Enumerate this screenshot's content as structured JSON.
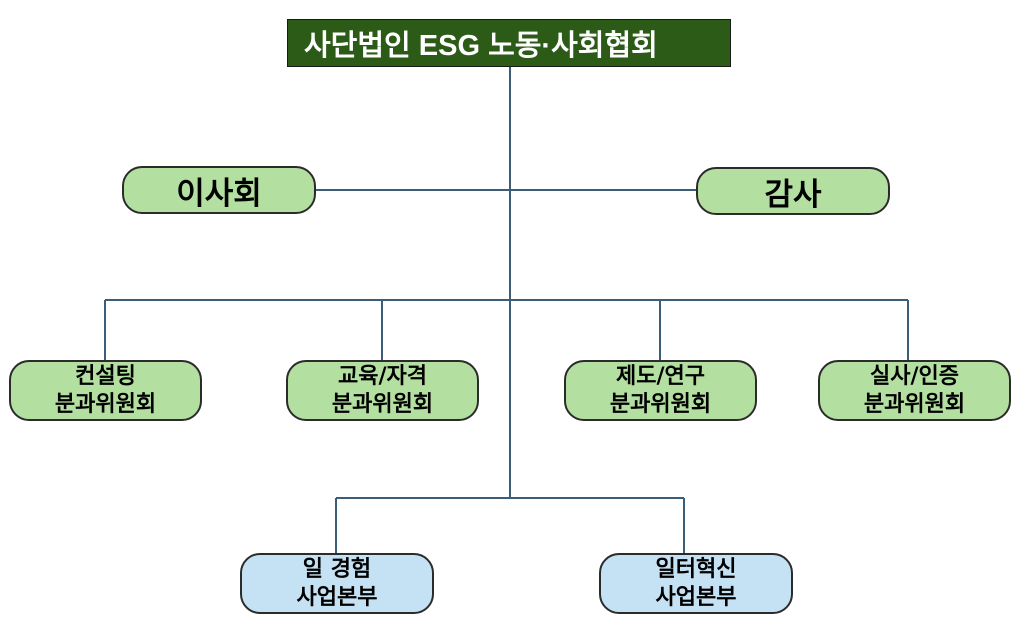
{
  "title": "사단법인 ESG 노동·사회협회",
  "board": "이사회",
  "audit": "감사",
  "committees": [
    {
      "line1": "컨설팅",
      "line2": "분과위원회"
    },
    {
      "line1": "교육/자격",
      "line2": "분과위원회"
    },
    {
      "line1": "제도/연구",
      "line2": "분과위원회"
    },
    {
      "line1": "실사/인증",
      "line2": "분과위원회"
    }
  ],
  "divisions": [
    {
      "line1": "일 경험",
      "line2": "사업본부"
    },
    {
      "line1": "일터혁신",
      "line2": "사업본부"
    }
  ],
  "colors": {
    "title_fill": "#2c5a17",
    "committee_fill": "#b3e0a0",
    "division_fill": "#c5e2f4",
    "connector": "#3a5d7a"
  }
}
